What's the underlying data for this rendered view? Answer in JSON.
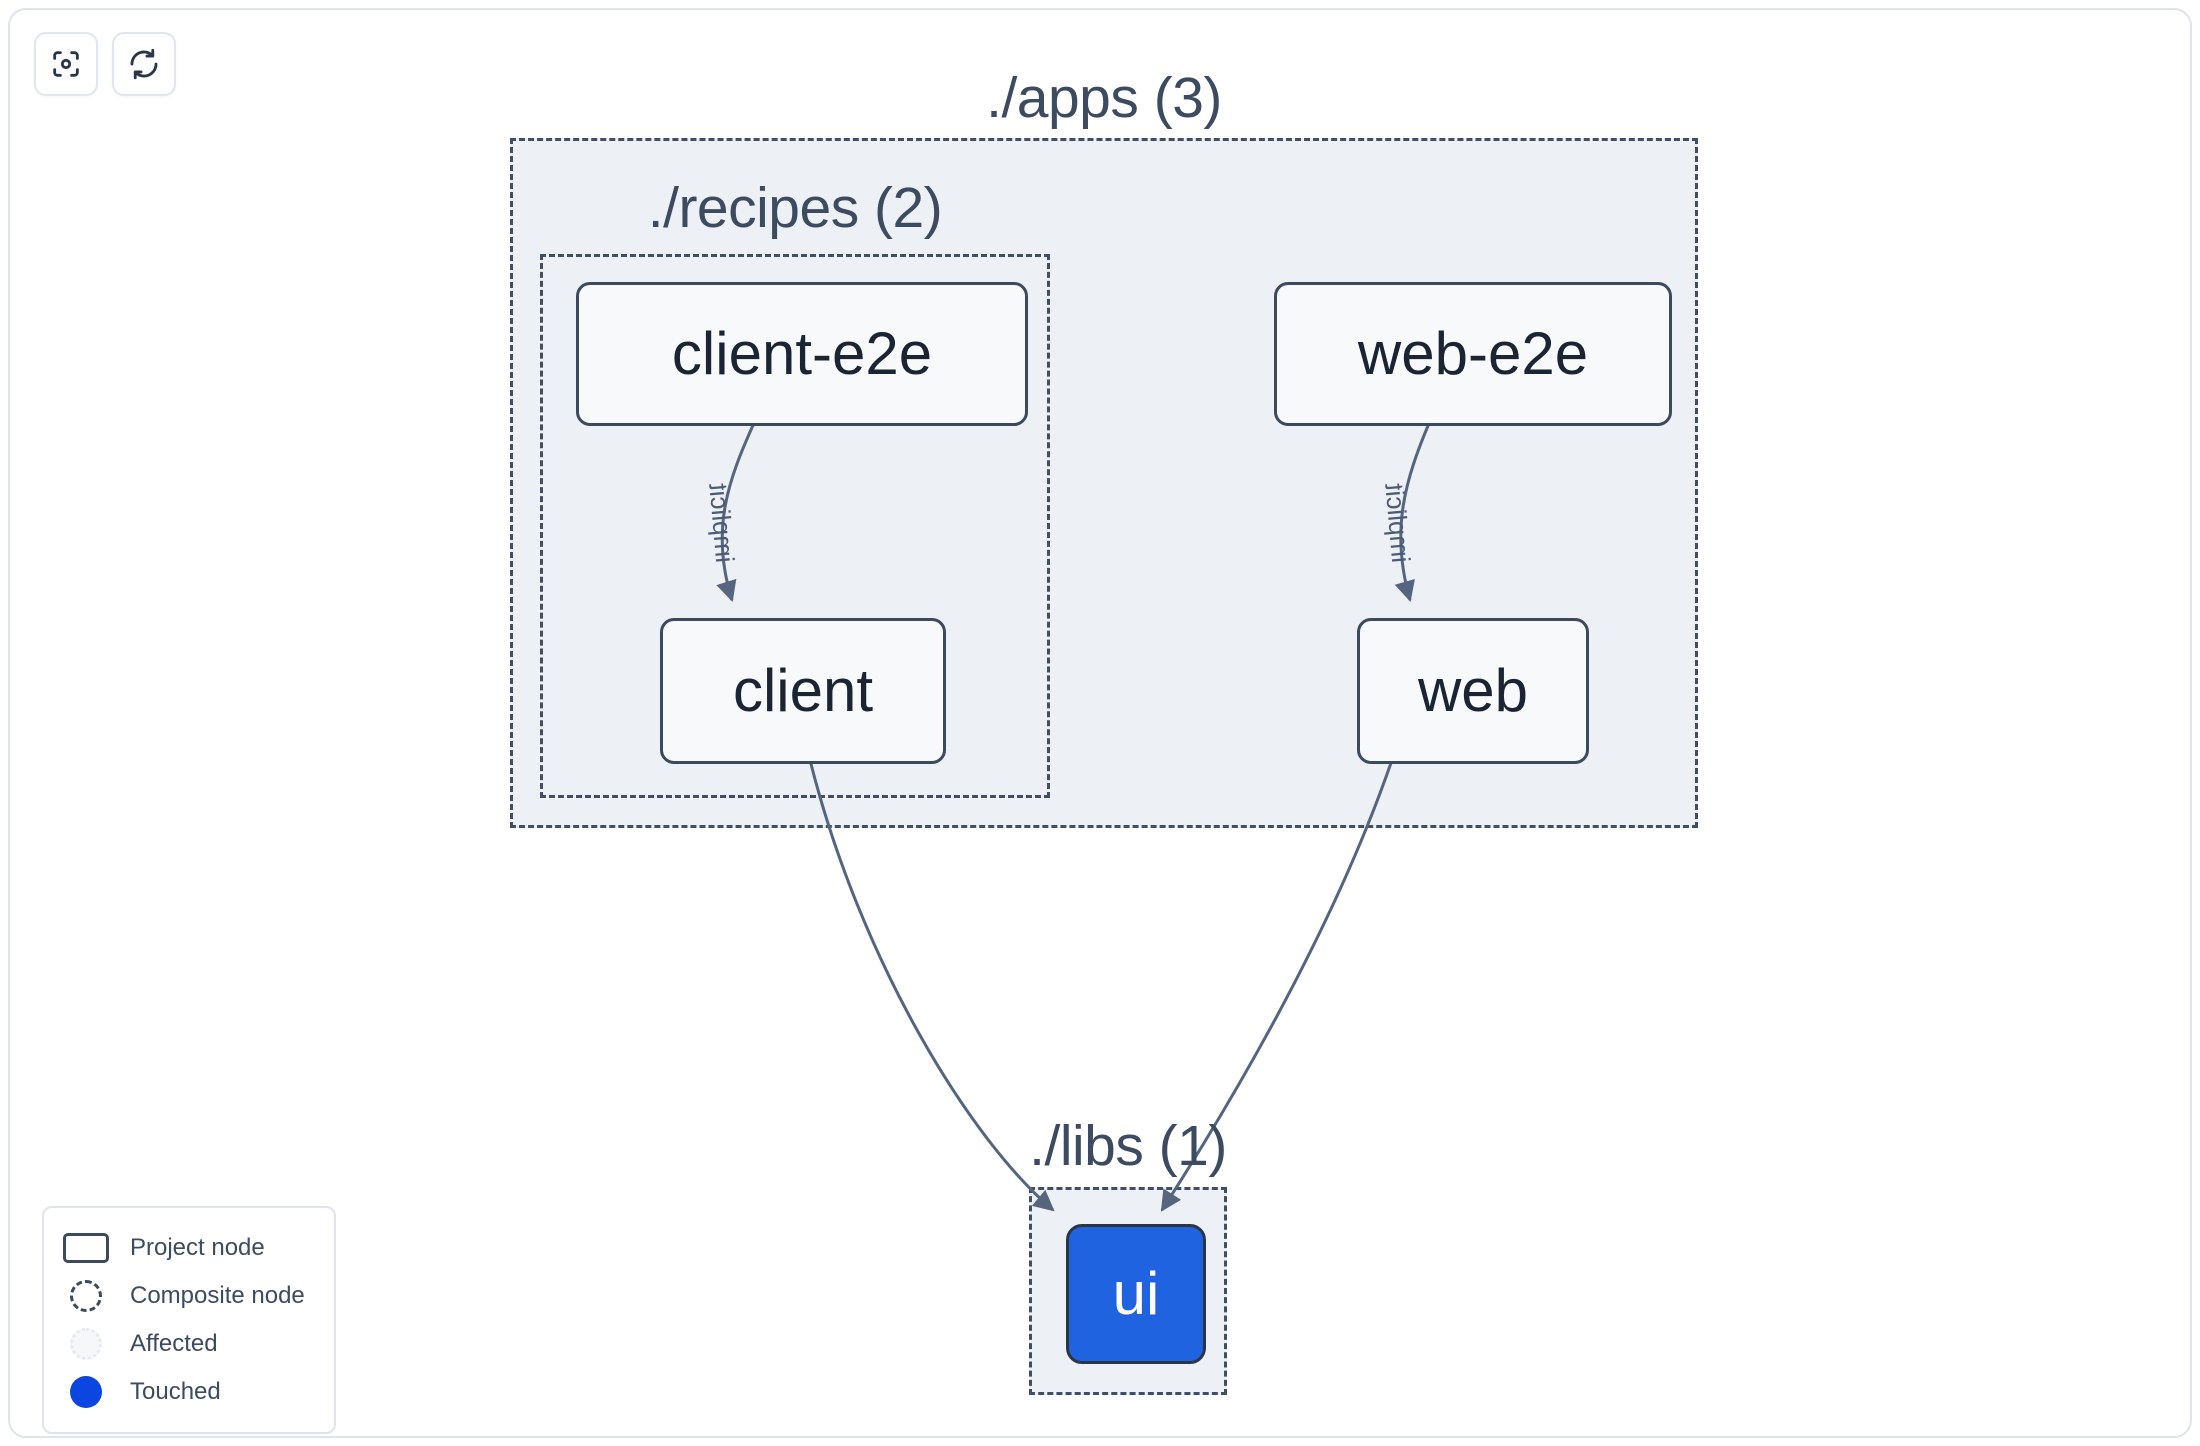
{
  "toolbar": {
    "buttons": [
      {
        "name": "focus-graph",
        "icon": "focus-icon",
        "label": "Focus graph"
      },
      {
        "name": "refresh-graph",
        "icon": "refresh-icon",
        "label": "Refresh graph"
      }
    ]
  },
  "graph": {
    "groups": [
      {
        "id": "apps",
        "label": "./apps (3)",
        "count": 3,
        "type": "composite"
      },
      {
        "id": "recipes",
        "label": "./recipes (2)",
        "count": 2,
        "type": "composite"
      },
      {
        "id": "libs",
        "label": "./libs (1)",
        "count": 1,
        "type": "composite"
      }
    ],
    "nodes": [
      {
        "id": "client-e2e",
        "label": "client-e2e",
        "group": "recipes",
        "state": "normal"
      },
      {
        "id": "web-e2e",
        "label": "web-e2e",
        "group": "apps",
        "state": "normal"
      },
      {
        "id": "client",
        "label": "client",
        "group": "recipes",
        "state": "normal"
      },
      {
        "id": "web",
        "label": "web",
        "group": "apps",
        "state": "normal"
      },
      {
        "id": "ui",
        "label": "ui",
        "group": "libs",
        "state": "touched"
      }
    ],
    "edges": [
      {
        "from": "client-e2e",
        "to": "client",
        "label": "implicit"
      },
      {
        "from": "web-e2e",
        "to": "web",
        "label": "implicit"
      },
      {
        "from": "client",
        "to": "ui",
        "label": ""
      },
      {
        "from": "web",
        "to": "ui",
        "label": ""
      }
    ]
  },
  "legend": {
    "items": [
      {
        "glyph": "rounded-rect-outline",
        "label": "Project node"
      },
      {
        "glyph": "dashed-circle",
        "label": "Composite node"
      },
      {
        "glyph": "faint-dotted-circle",
        "label": "Affected"
      },
      {
        "glyph": "filled-circle",
        "label": "Touched"
      }
    ]
  },
  "colors": {
    "touched": "#0b46e0",
    "node_touched_fill": "#2063e0",
    "group_fill": "#edf0f5",
    "group_border": "#404f64",
    "node_border": "#3c4a5e",
    "node_fill": "#f8f9fb",
    "edge": "#55657f",
    "text": "#3d4b60",
    "node_text": "#1b2432"
  }
}
